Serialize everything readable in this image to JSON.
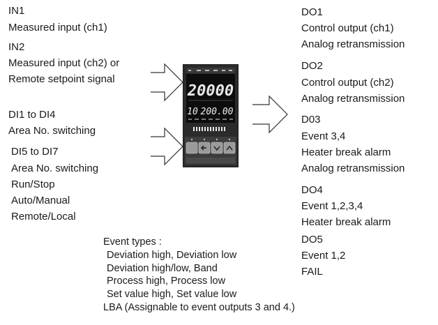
{
  "inputs": {
    "in1": {
      "title": "IN1",
      "lines": [
        "Measured input (ch1)"
      ]
    },
    "in2": {
      "title": "IN2",
      "lines": [
        "Measured input (ch2) or",
        "Remote setpoint signal"
      ]
    },
    "di1": {
      "title": "DI1 to DI4",
      "lines": [
        "Area No. switching"
      ]
    },
    "di5": {
      "title": "DI5 to DI7",
      "lines": [
        "Area No. switching",
        "Run/Stop",
        "Auto/Manual",
        "Remote/Local"
      ]
    }
  },
  "outputs": {
    "do1": {
      "title": "DO1",
      "lines": [
        "Control output (ch1)",
        "Analog retransmission"
      ]
    },
    "do2": {
      "title": "DO2",
      "lines": [
        "Control output (ch2)",
        "Analog retransmission"
      ]
    },
    "do3": {
      "title": "D03",
      "lines": [
        "Event 3,4",
        "Heater break alarm",
        "Analog retransmission"
      ]
    },
    "do4": {
      "title": "DO4",
      "lines": [
        "Event 1,2,3,4",
        "Heater break alarm"
      ]
    },
    "do5": {
      "title": "DO5",
      "lines": [
        "Event 1,2",
        "FAIL"
      ]
    }
  },
  "event_types": {
    "title": "Event types :",
    "lines": [
      "Deviation high, Deviation low",
      "Deviation high/low, Band",
      "Process high, Process low",
      "Set value high, Set value low",
      "LBA (Assignable to event outputs 3 and 4.)"
    ]
  },
  "controller": {
    "pv_display": "20000",
    "sv_display": "200.00",
    "channel_display": "10",
    "colors": {
      "body": "#2b2b2b",
      "display": "#0d0d0d",
      "digits": "#e9e9e9",
      "keys": "#9a9a9a"
    }
  },
  "colors": {
    "text": "#1a1a1a",
    "arrow": "#333333",
    "background": "#ffffff"
  }
}
